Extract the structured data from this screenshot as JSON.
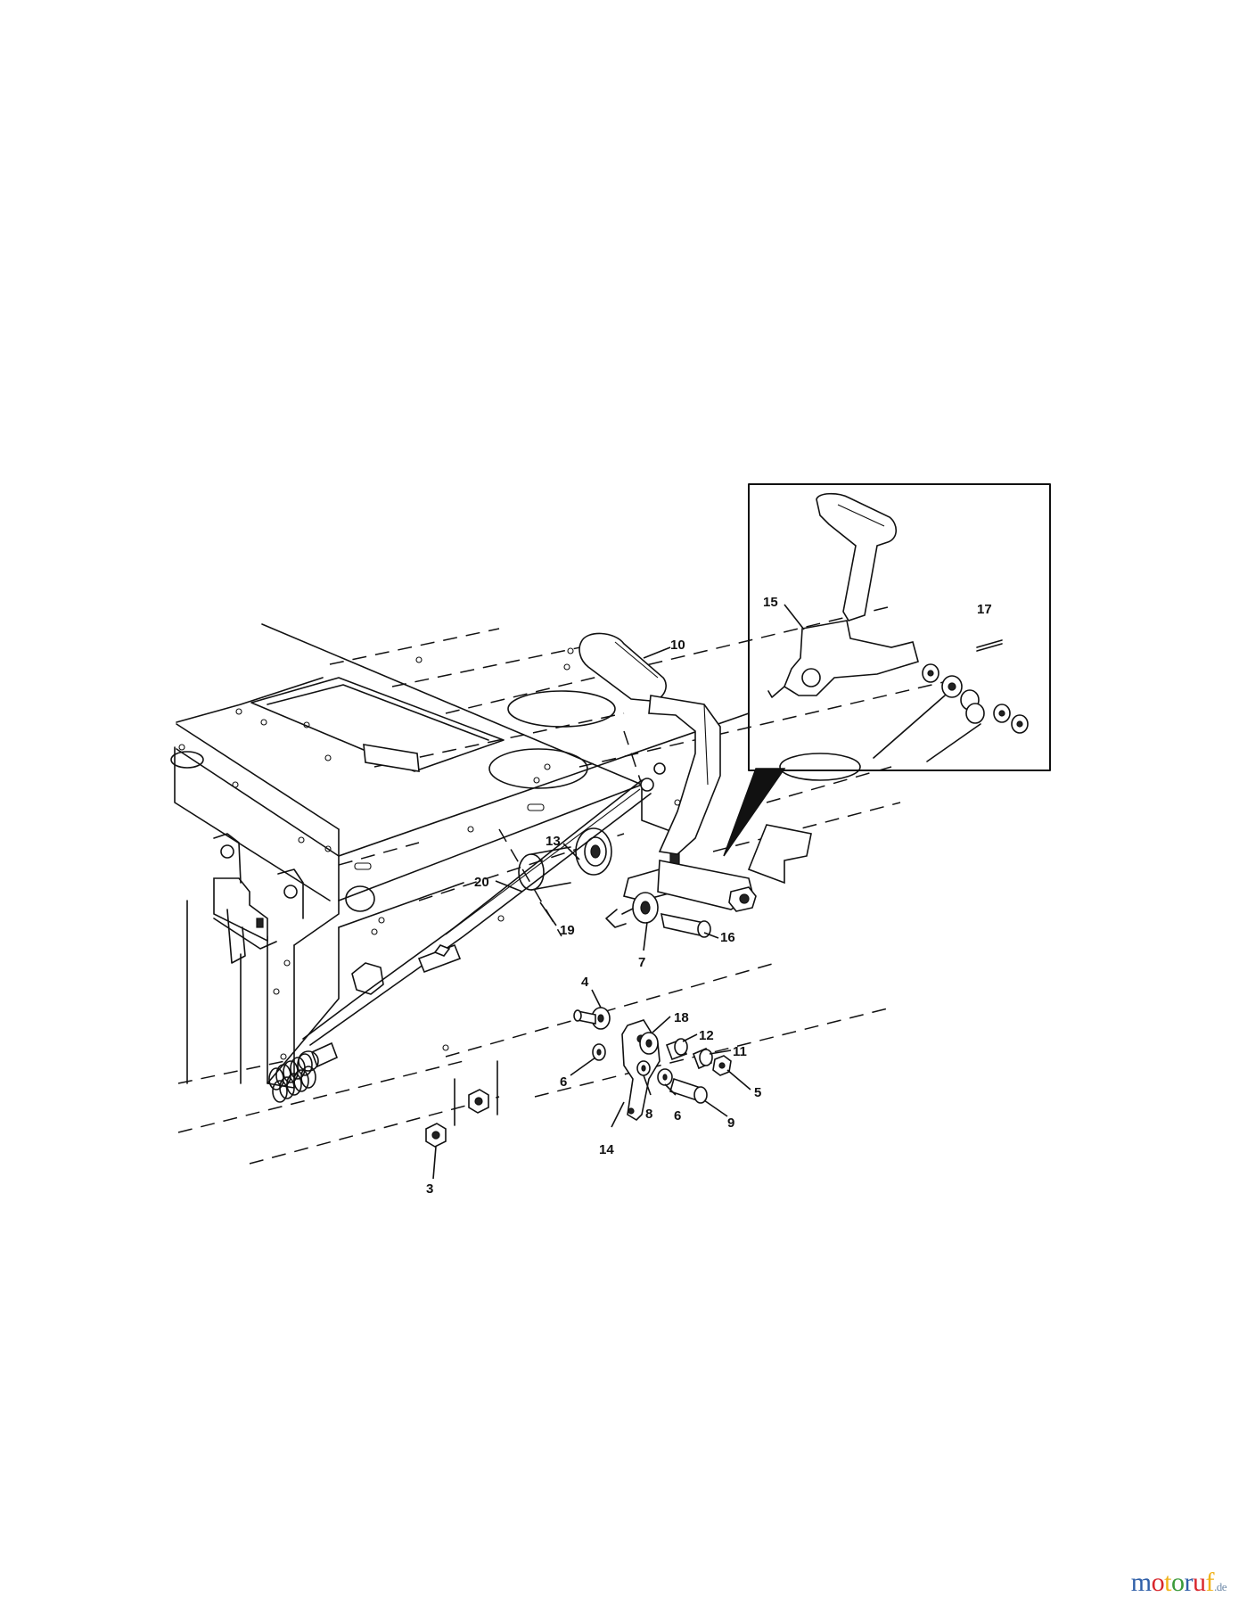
{
  "diagram": {
    "callouts": [
      "3",
      "4",
      "5",
      "6",
      "6",
      "7",
      "8",
      "9",
      "10",
      "11",
      "12",
      "13",
      "14",
      "15",
      "16",
      "17",
      "18",
      "19",
      "20"
    ]
  },
  "watermark": {
    "letters": [
      {
        "char": "m",
        "color": "#2f5fa8"
      },
      {
        "char": "o",
        "color": "#d8262b"
      },
      {
        "char": "t",
        "color": "#f0b21a"
      },
      {
        "char": "o",
        "color": "#3a9a3a"
      },
      {
        "char": "r",
        "color": "#2f5fa8"
      },
      {
        "char": "u",
        "color": "#d8262b"
      },
      {
        "char": "f",
        "color": "#f0b21a"
      }
    ],
    "suffix": ".de"
  }
}
